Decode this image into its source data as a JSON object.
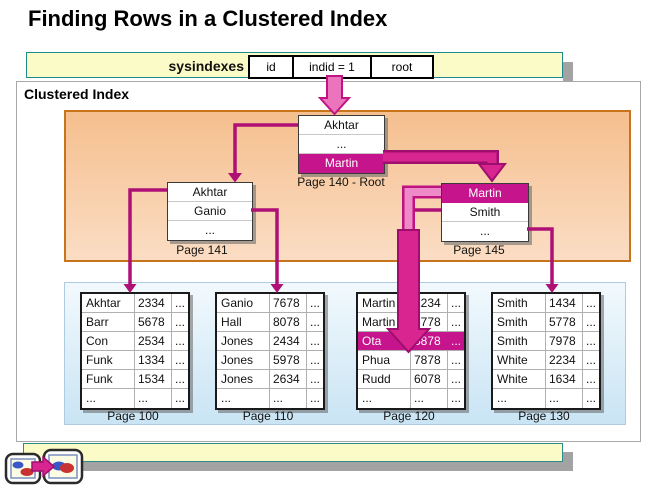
{
  "title": "Finding Rows in a Clustered Index",
  "sysindexes": {
    "label": "sysindexes",
    "cells": [
      "id",
      "indid = 1",
      "root"
    ]
  },
  "clustered_index_label": "Clustered Index",
  "root_page": {
    "rows": [
      "Akhtar",
      "...",
      "Martin"
    ],
    "highlight_row": 2,
    "label": "Page 140 - Root"
  },
  "index_pages": [
    {
      "rows": [
        "Akhtar",
        "Ganio",
        "..."
      ],
      "highlight_row": null,
      "label": "Page 141"
    },
    {
      "rows": [
        "Martin",
        "Smith",
        "..."
      ],
      "highlight_row": 0,
      "label": "Page 145"
    }
  ],
  "leaf_pages": [
    {
      "label": "Page 100",
      "highlight_row": null,
      "rows": [
        [
          "Akhtar",
          "2334",
          "..."
        ],
        [
          "Barr",
          "5678",
          "..."
        ],
        [
          "Con",
          "2534",
          "..."
        ],
        [
          "Funk",
          "1334",
          "..."
        ],
        [
          "Funk",
          "1534",
          "..."
        ],
        [
          "...",
          "...",
          "..."
        ]
      ]
    },
    {
      "label": "Page 110",
      "highlight_row": null,
      "rows": [
        [
          "Ganio",
          "7678",
          "..."
        ],
        [
          "Hall",
          "8078",
          "..."
        ],
        [
          "Jones",
          "2434",
          "..."
        ],
        [
          "Jones",
          "5978",
          "..."
        ],
        [
          "Jones",
          "2634",
          "..."
        ],
        [
          "...",
          "...",
          "..."
        ]
      ]
    },
    {
      "label": "Page 120",
      "highlight_row": 2,
      "rows": [
        [
          "Martin",
          "1234",
          "..."
        ],
        [
          "Martin",
          "6778",
          "..."
        ],
        [
          "Ota",
          "5878",
          "..."
        ],
        [
          "Phua",
          "7878",
          "..."
        ],
        [
          "Rudd",
          "6078",
          "..."
        ],
        [
          "...",
          "...",
          "..."
        ]
      ]
    },
    {
      "label": "Page 130",
      "highlight_row": null,
      "rows": [
        [
          "Smith",
          "1434",
          "..."
        ],
        [
          "Smith",
          "5778",
          "..."
        ],
        [
          "Smith",
          "7978",
          "..."
        ],
        [
          "White",
          "2234",
          "..."
        ],
        [
          "White",
          "1634",
          "..."
        ],
        [
          "...",
          "...",
          "..."
        ]
      ]
    }
  ],
  "footer_icons": {
    "before": "scattered-data-pages-icon",
    "arrow": "forward-arrow-icon",
    "after": "sorted-data-pages-icon"
  },
  "colors": {
    "highlight_magenta": "#C6148C",
    "search_path_magenta": "#D9258F",
    "search_path_pink": "#EE8AC8",
    "pointer_line": "#AE1076",
    "banner_yellow": "#FBFBC8",
    "banner_border_teal": "#1F8A8A",
    "index_level_orange_top": "#F5BF8E",
    "index_level_orange_bottom": "#FBDDC4",
    "index_level_border": "#C8741C",
    "leaf_level_blue_top": "#F2F9FD",
    "leaf_level_blue_bottom": "#C9E4F4",
    "shadow_gray": "#A3A3A3"
  }
}
